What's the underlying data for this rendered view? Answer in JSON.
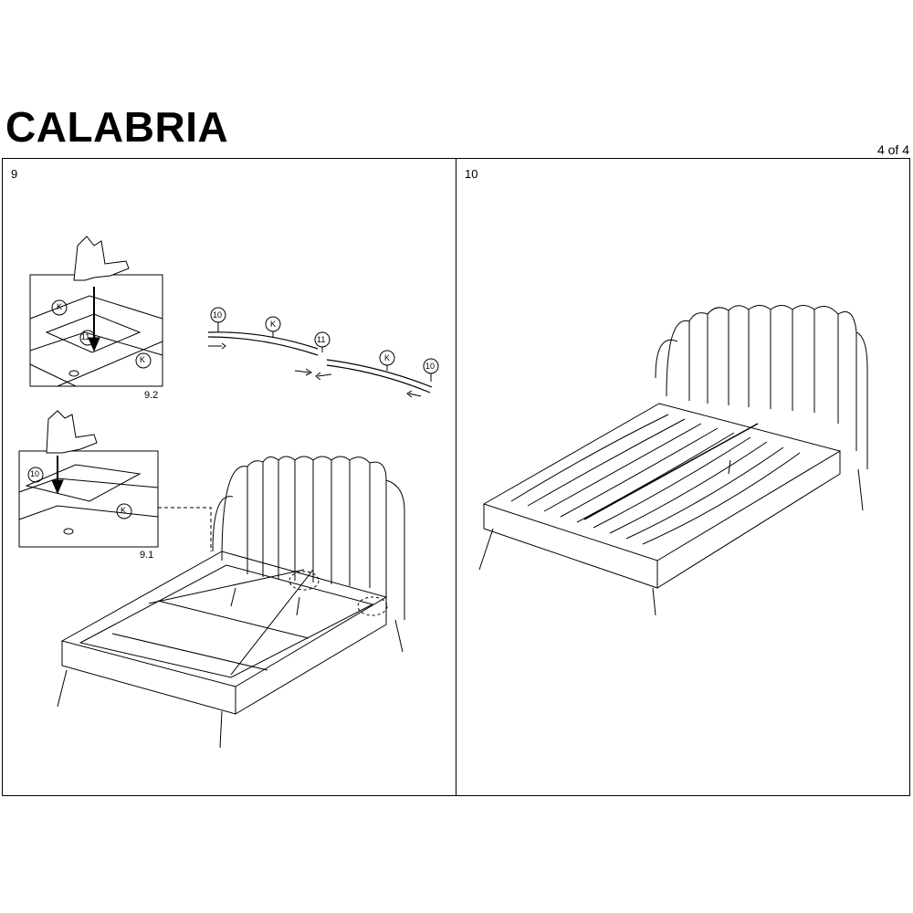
{
  "header": {
    "title": "CALABRIA",
    "page": "4 of 4"
  },
  "steps": [
    {
      "number": "9",
      "sub_labels": [
        "9.2",
        "9.1"
      ]
    },
    {
      "number": "10"
    }
  ],
  "parts": {
    "k": "K",
    "ten": "10",
    "eleven": "11"
  }
}
